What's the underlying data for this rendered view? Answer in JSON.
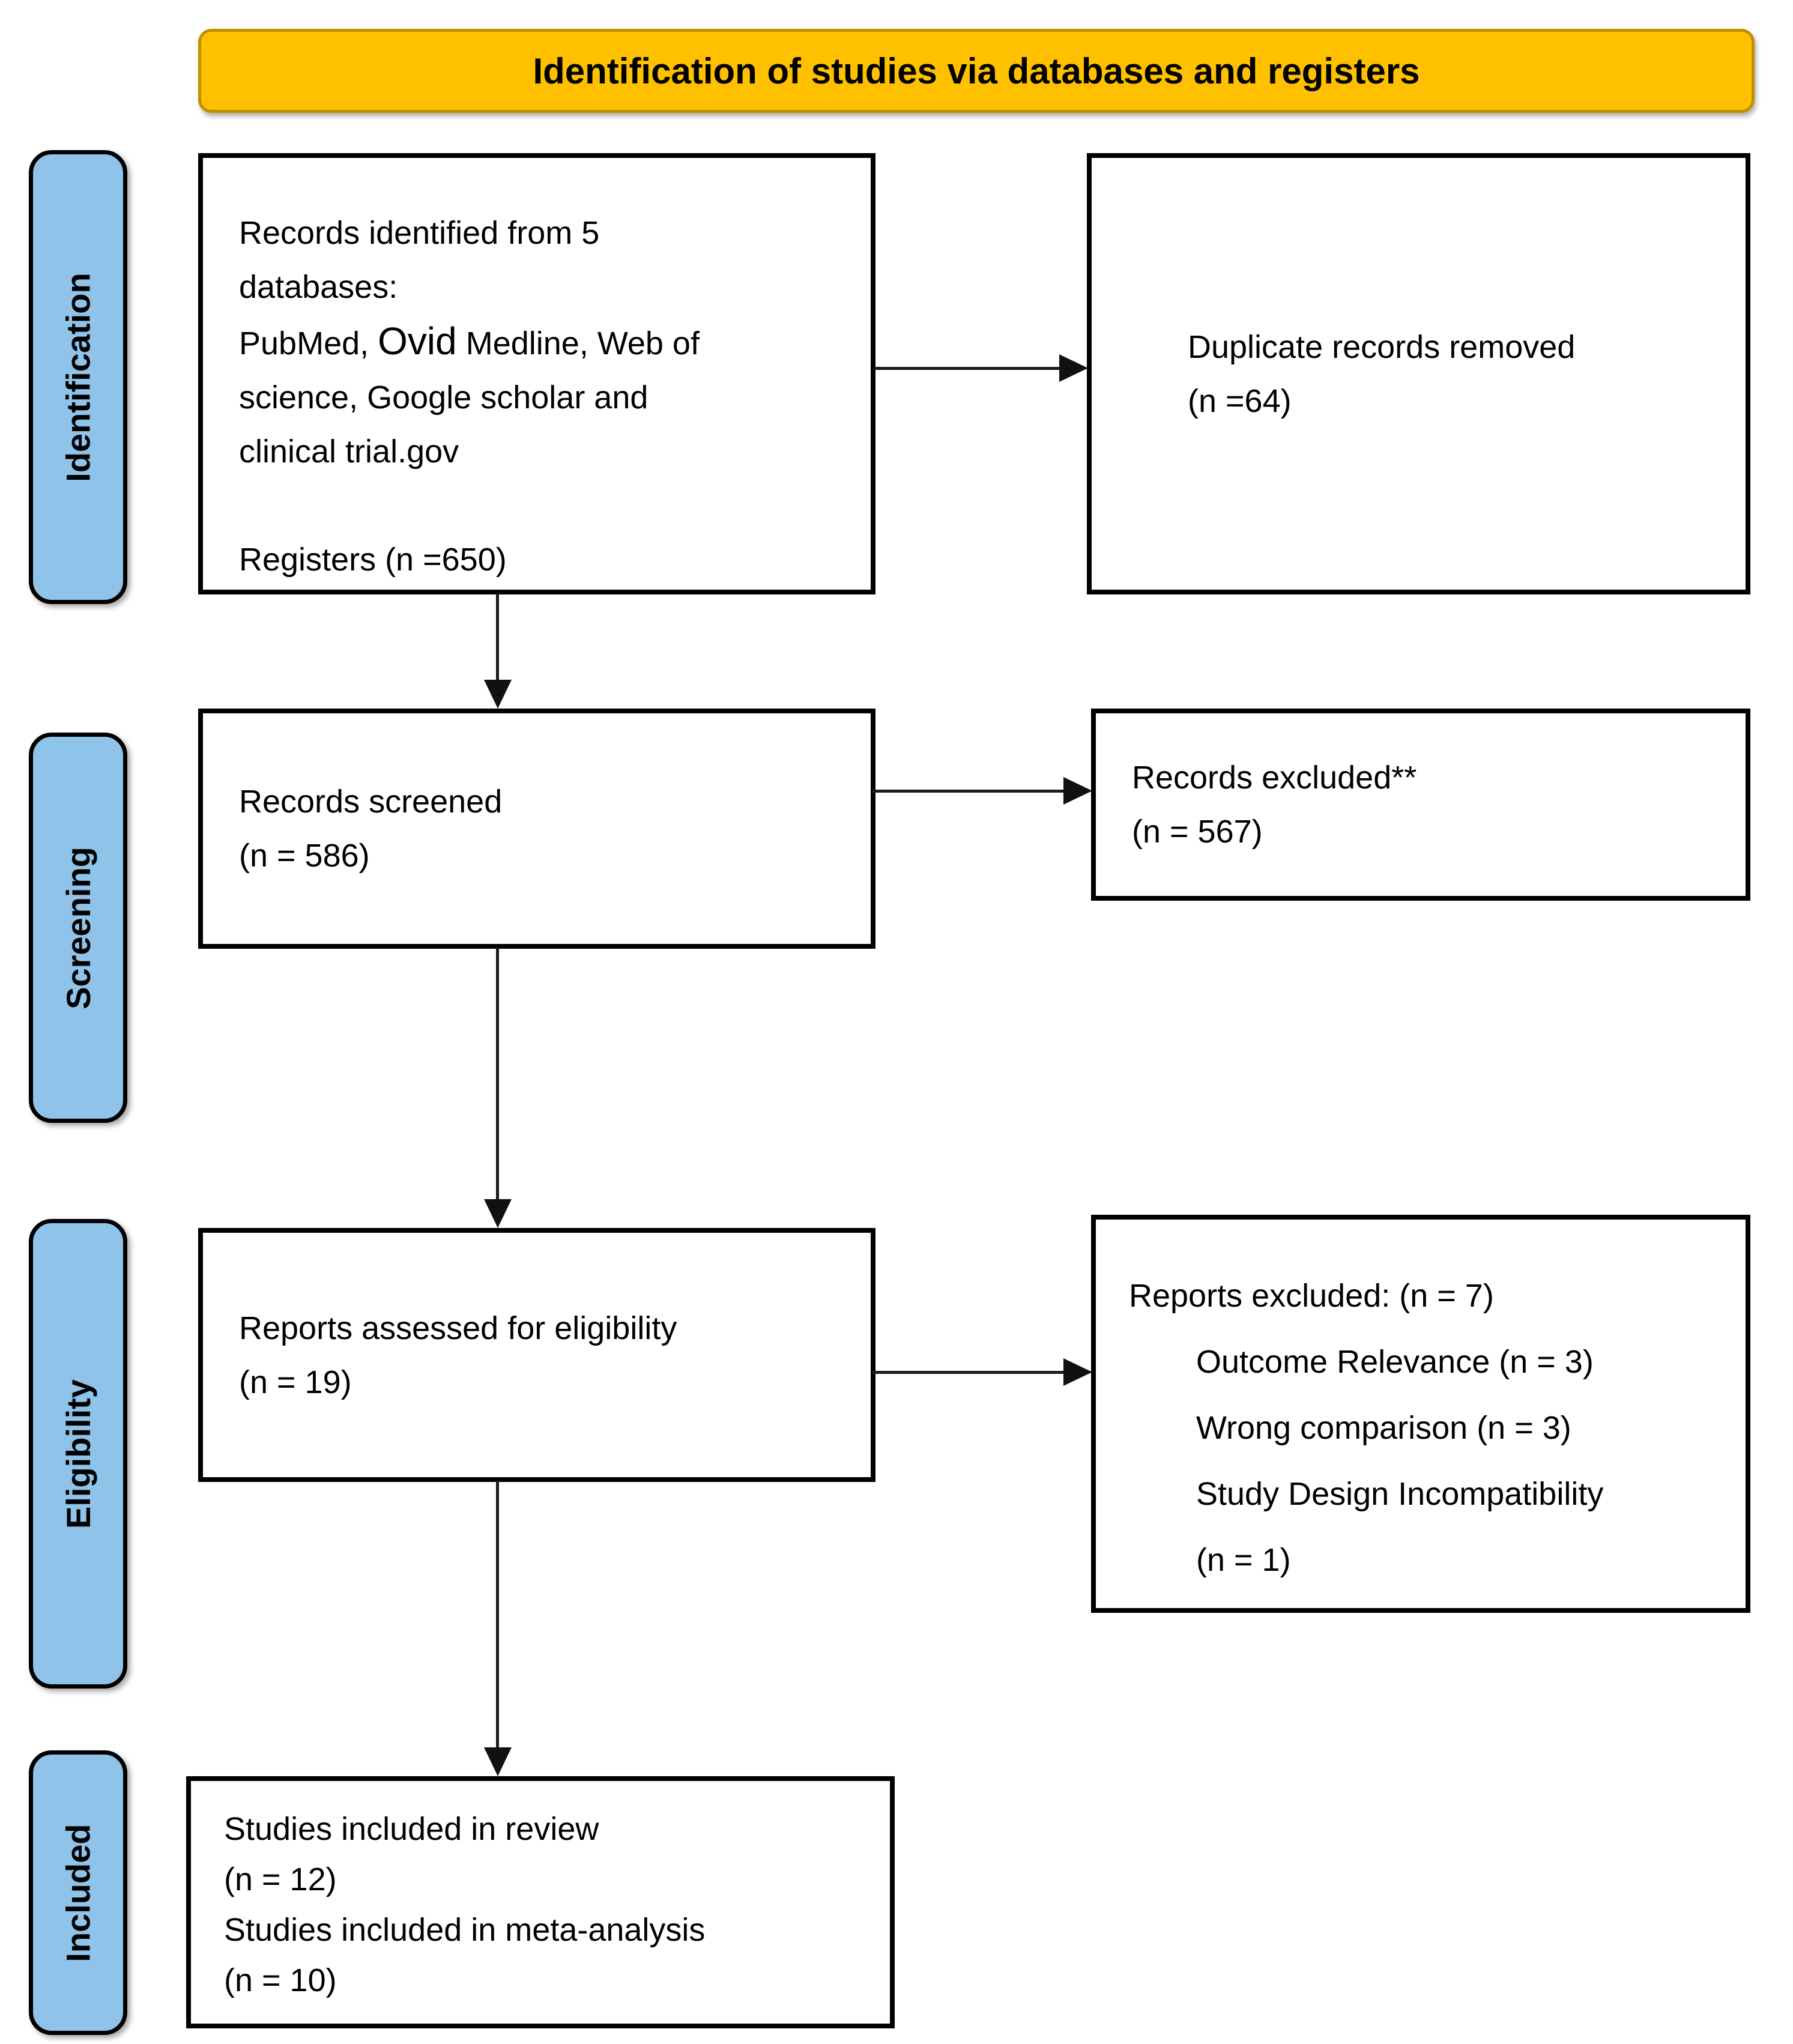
{
  "banner": {
    "text": "Identification of studies via databases and registers"
  },
  "colors": {
    "banner_fill": "#FFC000",
    "banner_border": "#BF9000",
    "stage_fill": "#8FC3E9",
    "box_border": "#000000",
    "arrow": "#1A1A1A"
  },
  "stages": {
    "identification": "Identification",
    "screening": "Screening",
    "eligibility": "Eligibility",
    "included": "Included"
  },
  "boxes": {
    "identified": {
      "line1": "Records identified from 5",
      "line2": "databases:",
      "line3_prefix": "PubMed, ",
      "line3_ovid": "Ovid",
      "line3_suffix": " Medline, Web of",
      "line4": "science, Google scholar and",
      "line5": "clinical trial.gov",
      "line6": "Registers (n =650)"
    },
    "duplicates": {
      "line1": "Duplicate records removed",
      "line2": "(n =64)"
    },
    "screened": {
      "line1": "Records screened",
      "line2": "(n = 586)"
    },
    "records_excluded": {
      "line1": "Records excluded**",
      "line2": "(n = 567)"
    },
    "assessed": {
      "line1": "Reports assessed for eligibility",
      "line2": "(n = 19)"
    },
    "reports_excluded": {
      "line1": "Reports excluded: (n = 7)",
      "item1": "Outcome Relevance (n = 3)",
      "item2": "Wrong comparison (n = 3)",
      "item3": "Study Design Incompatibility",
      "item4": "(n = 1)"
    },
    "included_studies": {
      "line1": "Studies included in review",
      "line2": "(n = 12)",
      "line3": "Studies included in meta-analysis",
      "line4": "(n = 10)"
    }
  }
}
